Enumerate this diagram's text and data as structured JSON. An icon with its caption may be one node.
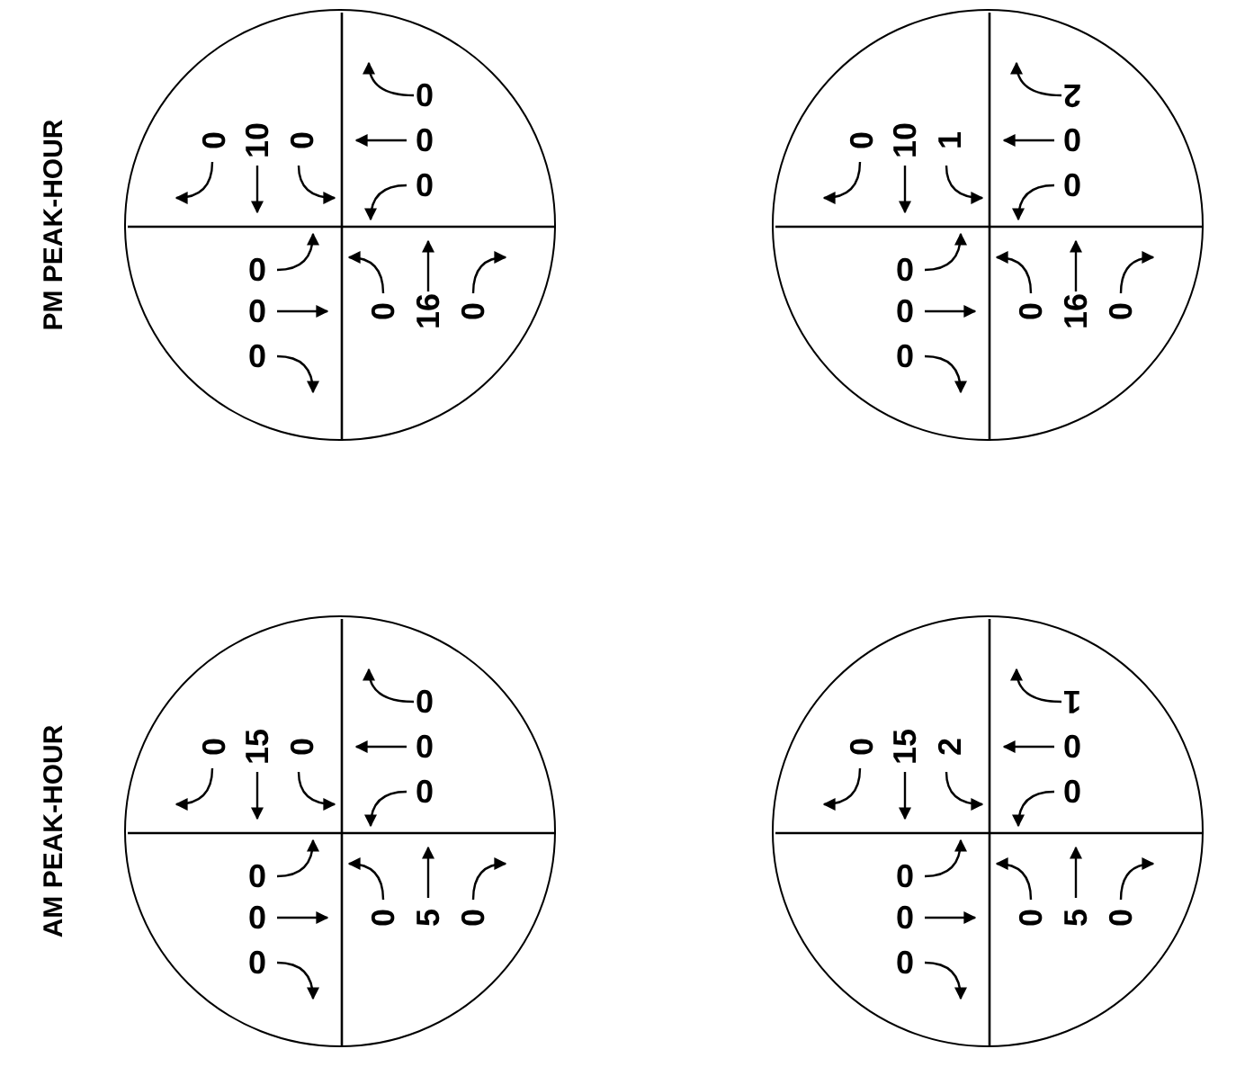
{
  "diagram": {
    "nodes": [
      {
        "text": [
          "0",
          "10",
          "0",
          "0",
          "0",
          "0",
          "0",
          "0",
          "0",
          "0",
          "16",
          "0"
        ]
      },
      {
        "text": [
          "0",
          "10",
          "1",
          "2",
          "0",
          "0",
          "0",
          "0",
          "0",
          "0",
          "16",
          "0"
        ]
      },
      {
        "text": [
          "0",
          "15",
          "0",
          "0",
          "0",
          "0",
          "0",
          "0",
          "0",
          "0",
          "5",
          "0"
        ]
      },
      {
        "text": [
          "0",
          "15",
          "2",
          "1",
          "0",
          "0",
          "0",
          "0",
          "0",
          "0",
          "5",
          "0"
        ]
      }
    ],
    "labels": [
      "PM PEAK-HOUR",
      "AM PEAK-HOUR"
    ]
  }
}
